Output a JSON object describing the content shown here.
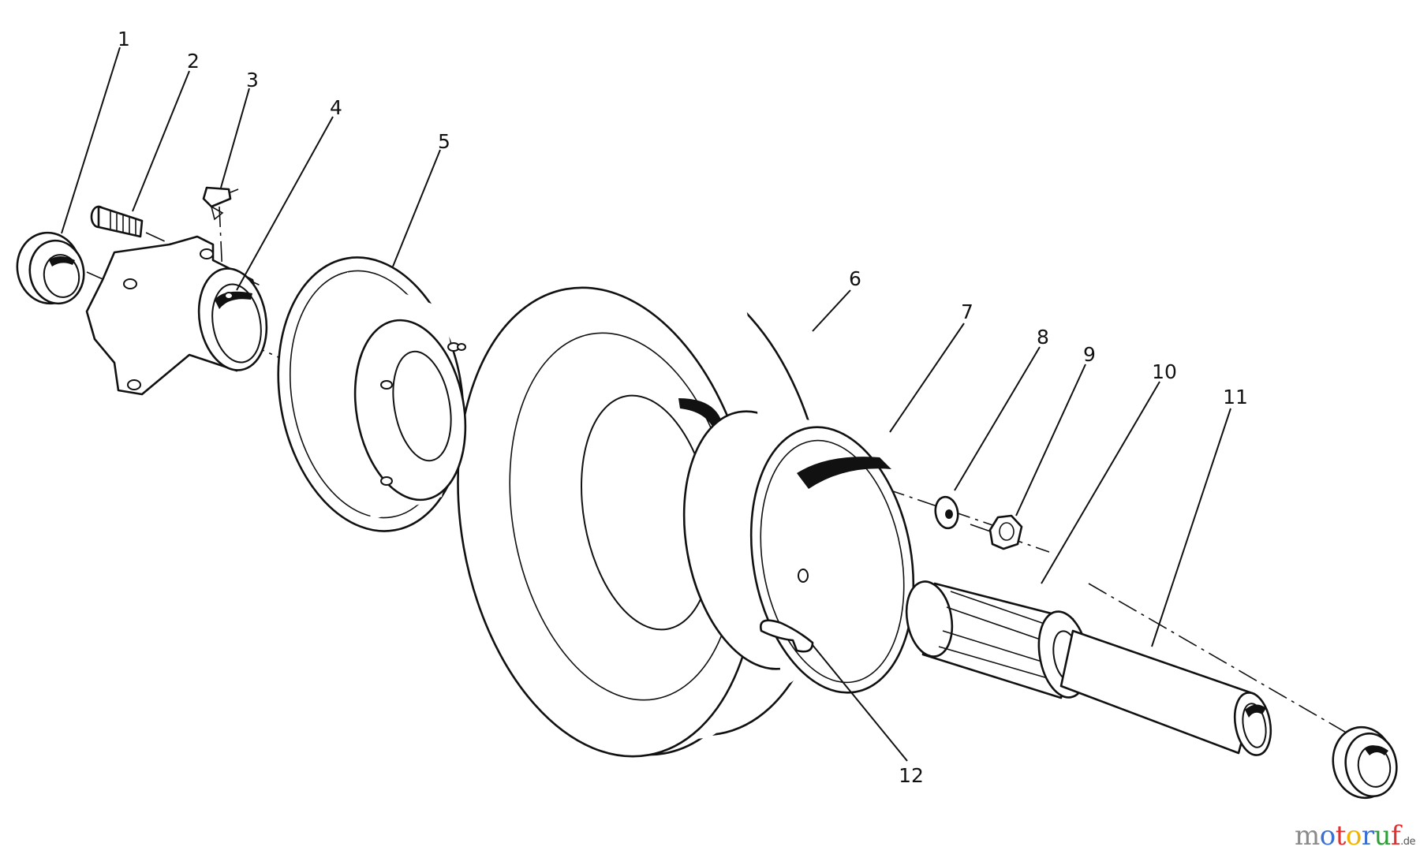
{
  "diagram": {
    "callouts": [
      {
        "id": "1",
        "label": "1",
        "part": "bearing-left"
      },
      {
        "id": "2",
        "label": "2",
        "part": "bolt"
      },
      {
        "id": "3",
        "label": "3",
        "part": "grease-fitting"
      },
      {
        "id": "4",
        "label": "4",
        "part": "wheel-hub"
      },
      {
        "id": "5",
        "label": "5",
        "part": "rim-half-outer"
      },
      {
        "id": "6",
        "label": "6",
        "part": "tire"
      },
      {
        "id": "7",
        "label": "7",
        "part": "rim-half-inner"
      },
      {
        "id": "8",
        "label": "8",
        "part": "washer"
      },
      {
        "id": "9",
        "label": "9",
        "part": "nut"
      },
      {
        "id": "10",
        "label": "10",
        "part": "spacer"
      },
      {
        "id": "11",
        "label": "11",
        "part": "axle-tube"
      },
      {
        "id": "12",
        "label": "12",
        "part": "valve-stem"
      }
    ]
  },
  "watermark": {
    "letters": [
      {
        "ch": "m",
        "color": "#8a8a8a"
      },
      {
        "ch": "o",
        "color": "#3b6fd1"
      },
      {
        "ch": "t",
        "color": "#e03030"
      },
      {
        "ch": "o",
        "color": "#f0b400"
      },
      {
        "ch": "r",
        "color": "#3b6fd1"
      },
      {
        "ch": "u",
        "color": "#2f9e3a"
      },
      {
        "ch": "f",
        "color": "#e03030"
      }
    ],
    "tld": ".de"
  }
}
